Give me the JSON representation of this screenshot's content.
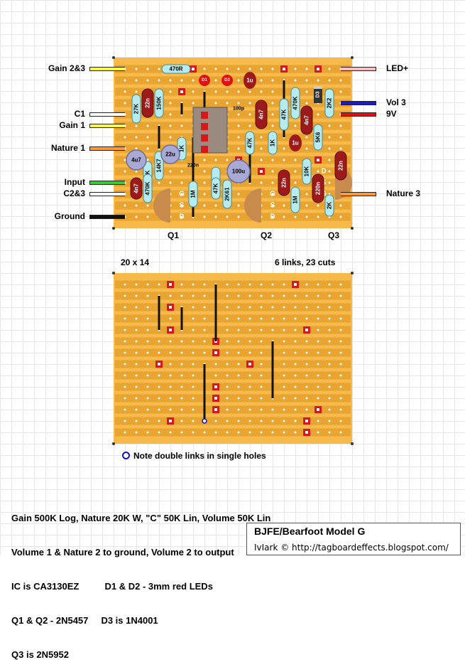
{
  "title": "BJFE/Bearfoot Model G",
  "credit": "IvIark © http://tagboardeffects.blogspot.com/",
  "board": {
    "size": "20 x 14",
    "summary": "6 links, 23 cuts",
    "note": "Note double links in single holes",
    "transistor_labels": [
      "Q1",
      "Q2",
      "Q3"
    ]
  },
  "connections_left": [
    {
      "label": "Gain 2&3",
      "wire_color": "#ffff33"
    },
    {
      "label": "C1",
      "wire_color": "#ffffff"
    },
    {
      "label": "Gain 1",
      "wire_color": "#ffff33"
    },
    {
      "label": "Nature 1",
      "wire_color": "#ff9933"
    },
    {
      "label": "Input",
      "wire_color": "#33cc33"
    },
    {
      "label": "C2&3",
      "wire_color": "#ffffff"
    },
    {
      "label": "Ground",
      "wire_color": "#111111"
    }
  ],
  "connections_right": [
    {
      "label": "LED+",
      "wire_color": "#ffbbbb"
    },
    {
      "label": "Vol 3",
      "wire_color": "#1a1acc"
    },
    {
      "label": "9V",
      "wire_color": "#dd1111"
    },
    {
      "label": "Nature 3",
      "wire_color": "#ff9933"
    }
  ],
  "components": {
    "resistors": [
      "470R",
      "27K",
      "150K",
      "1K",
      "470K",
      "47K",
      "2K2",
      "47K",
      "1K",
      "470K",
      "47K",
      "5K6",
      "10K",
      "14K7",
      "470K",
      "47K",
      "2K61",
      "1M",
      "1M",
      "2K"
    ],
    "film_caps": [
      "22n",
      "4n7",
      "4n7",
      "4n7",
      "22n",
      "22n",
      "220n",
      "1u",
      "1u"
    ],
    "electrolytics": [
      "4u7",
      "22u",
      "100u"
    ],
    "small_caps": [
      "100p",
      "220n"
    ],
    "leds": [
      "D1",
      "D2"
    ],
    "diode": "D3",
    "transistor_pins": [
      "G",
      "S",
      "D"
    ],
    "q3_pins": [
      "D",
      "S",
      "G"
    ]
  },
  "notes": [
    "Gain 500K Log, Nature 20K W, \"C\" 50K Lin, Volume 50K Lin",
    "Volume 1 & Nature 2 to ground, Volume 2 to output",
    "IC is CA3130EZ          D1 & D2 - 3mm red LEDs",
    "Q1 & Q2 - 2N5457     D3 is 1N4001",
    "Q3 is 2N5952"
  ],
  "colors": {
    "stripboard": "#f7b94a",
    "strip_line": "#e8a430",
    "hole": "#ffffff",
    "cut": "#d81818",
    "link": "#111111",
    "resistor": "#b6ecef",
    "film_cap": "#9c1a1a",
    "electrolytic": "#a9a9d6",
    "transistor": "#c98b4b",
    "led": "#e01010"
  }
}
